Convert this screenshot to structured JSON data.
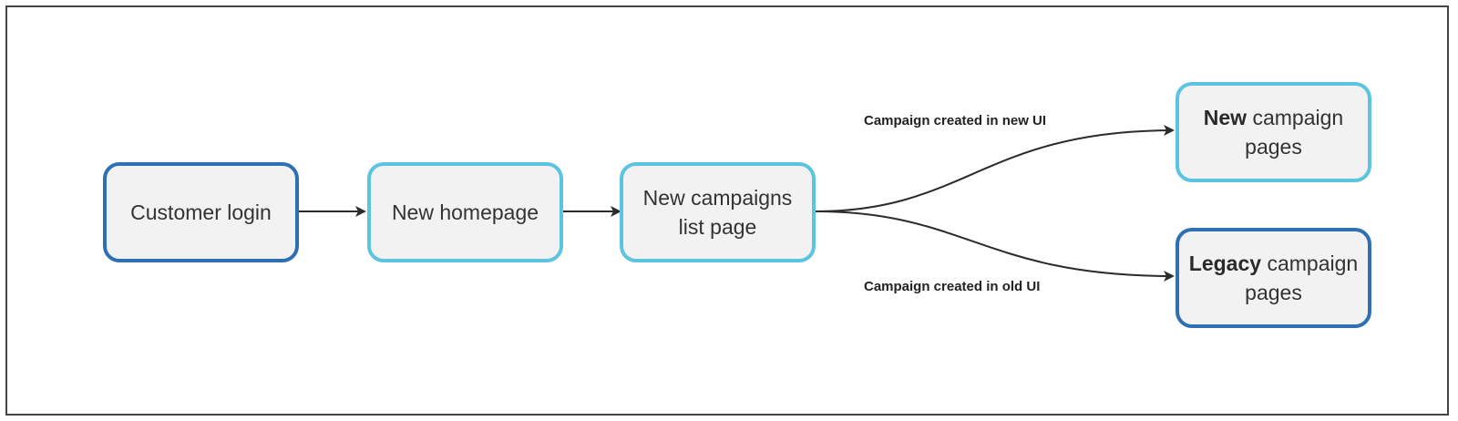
{
  "nodes": {
    "customer_login": {
      "label": "Customer login"
    },
    "new_homepage": {
      "label": "New homepage"
    },
    "campaigns_list": {
      "line1": "New campaigns",
      "line2": "list page"
    },
    "new_campaign_pages": {
      "bold": "New",
      "rest": " campaign",
      "line2": "pages"
    },
    "legacy_campaign_pages": {
      "bold": "Legacy",
      "rest": " campaign",
      "line2": "pages"
    }
  },
  "edges": {
    "new_ui_label": "Campaign created in new UI",
    "old_ui_label": "Campaign created in old UI"
  },
  "colors": {
    "dark_border": "#2f6fb3",
    "light_border": "#5bc4e0",
    "node_fill": "#f2f2f2",
    "connector": "#2b2b2b"
  }
}
